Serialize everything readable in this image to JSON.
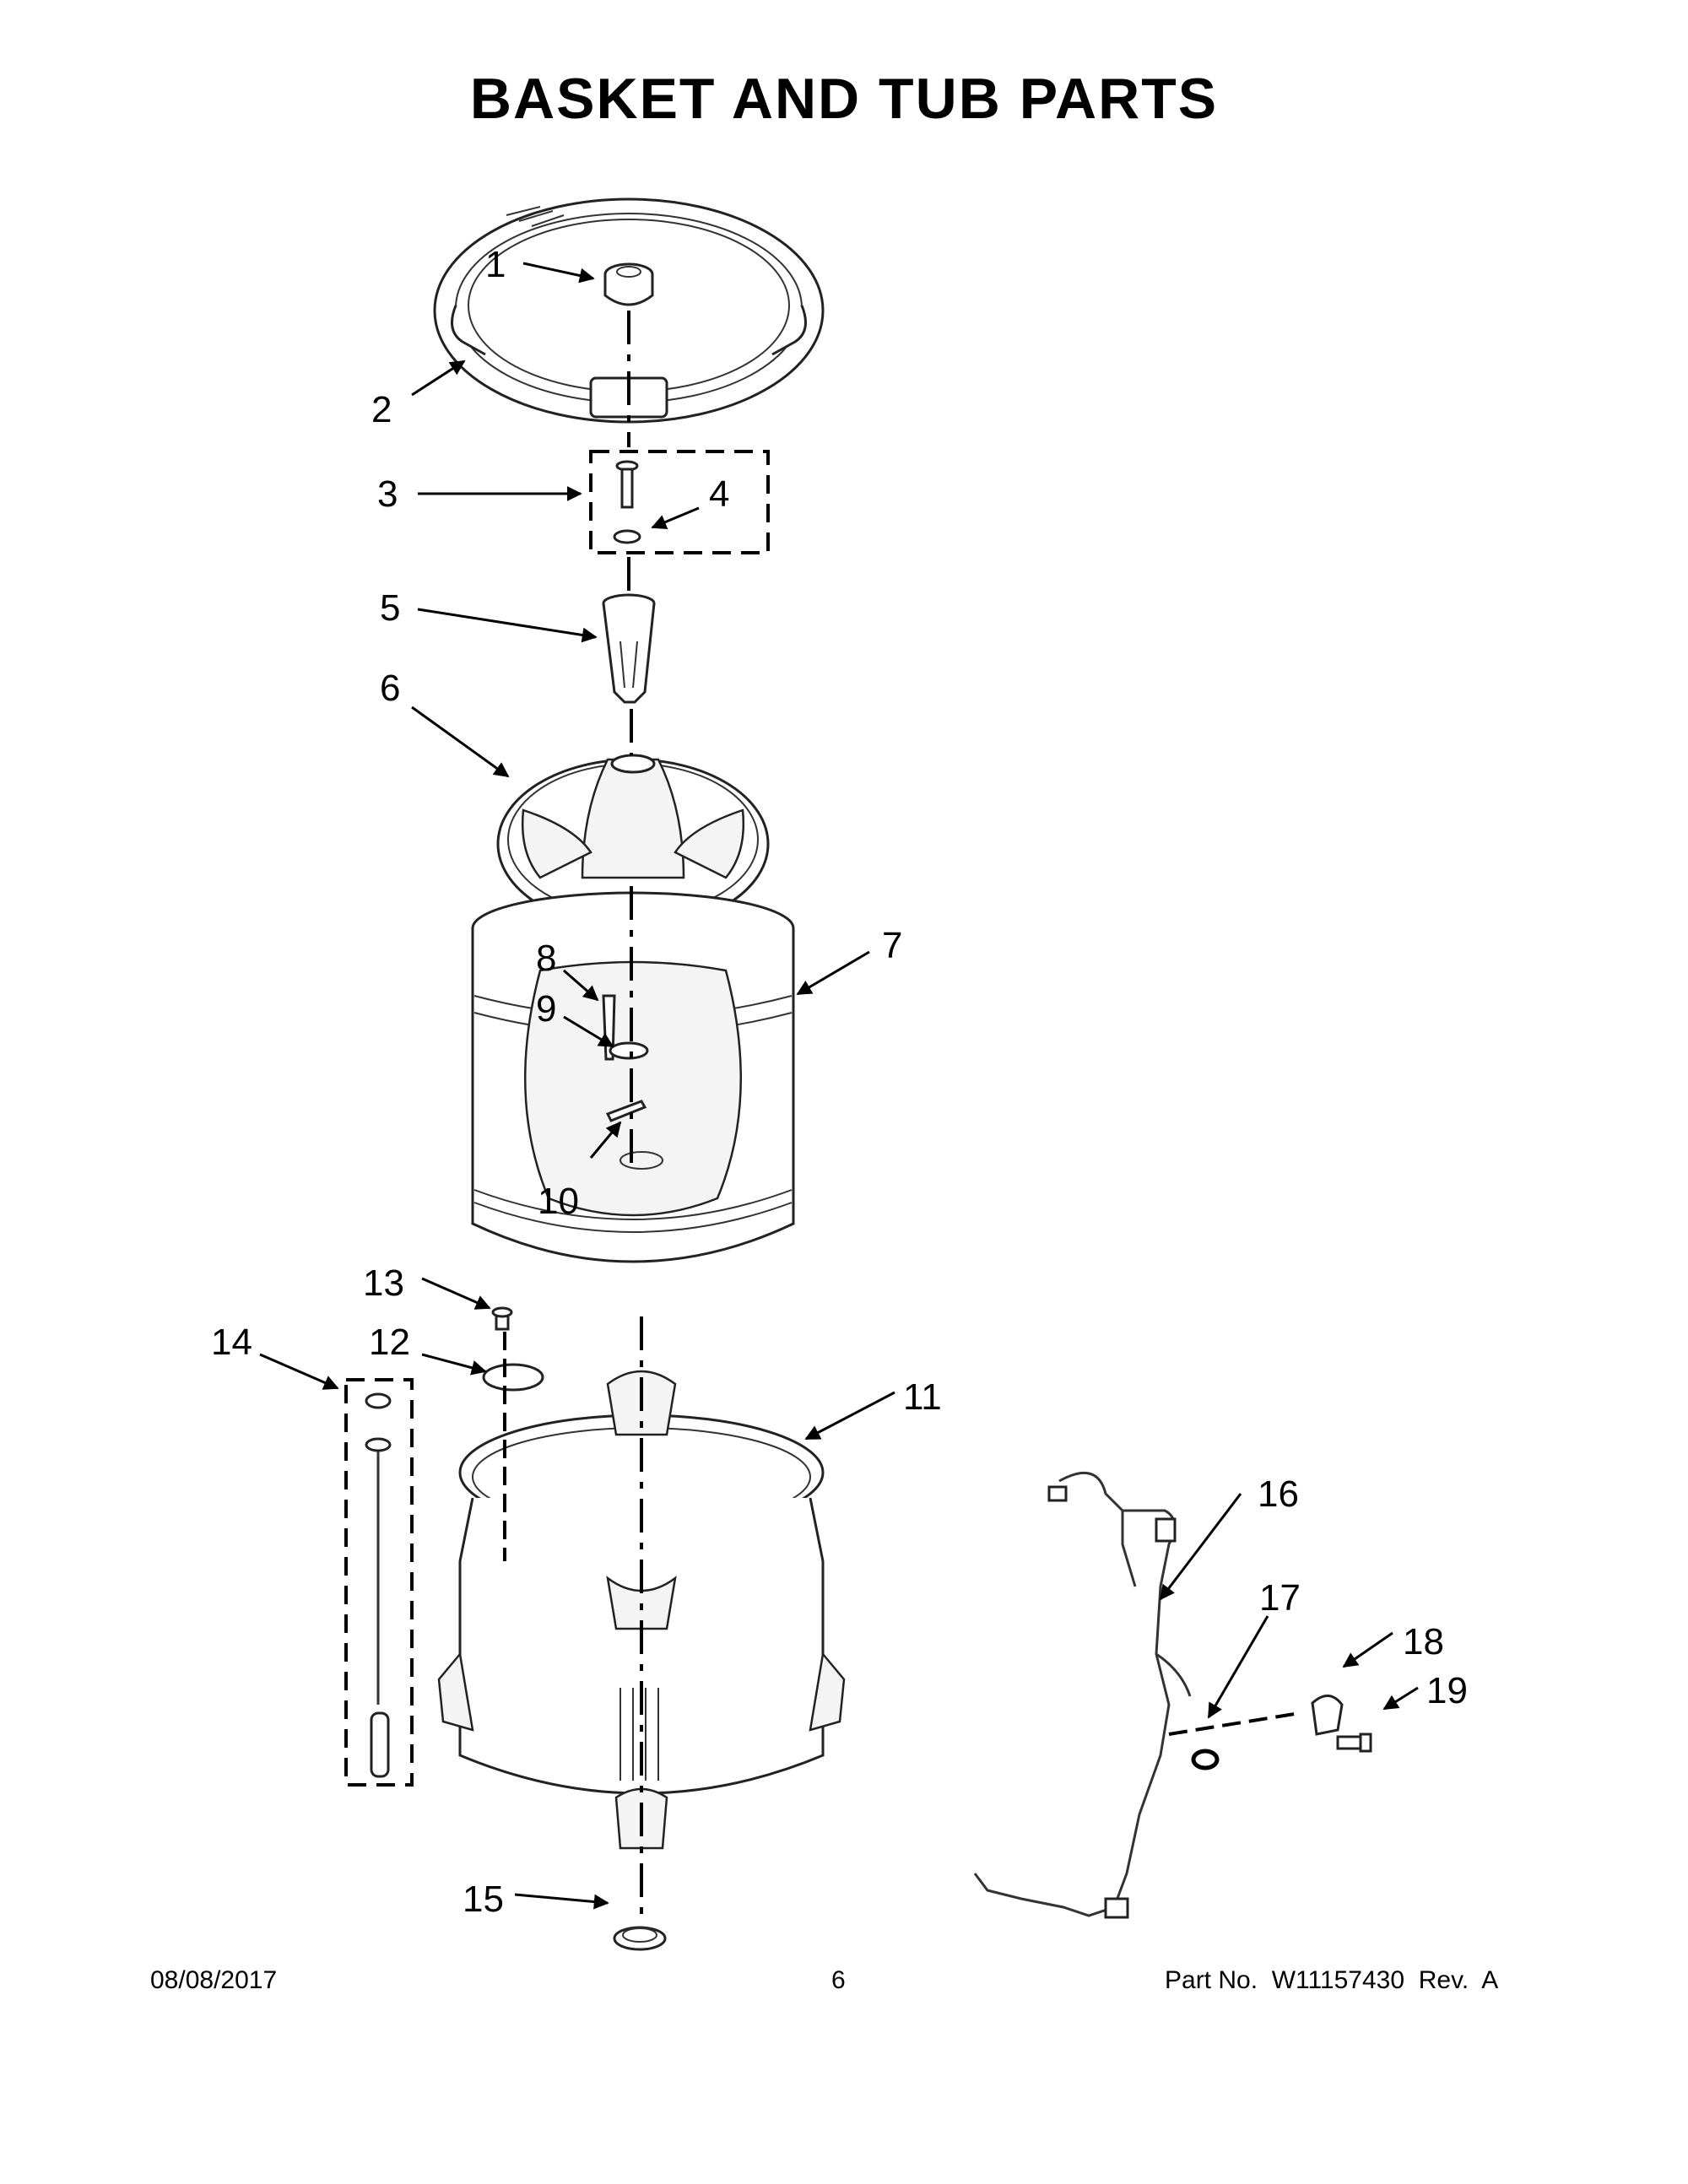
{
  "title": "BASKET AND TUB PARTS",
  "labels": [
    "1",
    "2",
    "3",
    "4",
    "5",
    "6",
    "7",
    "8",
    "9",
    "10",
    "11",
    "12",
    "13",
    "14",
    "15",
    "16",
    "17",
    "18",
    "19"
  ],
  "footer": {
    "date": "08/08/2017",
    "page": "6",
    "part": "Part No.  W11157430  Rev.  A"
  }
}
